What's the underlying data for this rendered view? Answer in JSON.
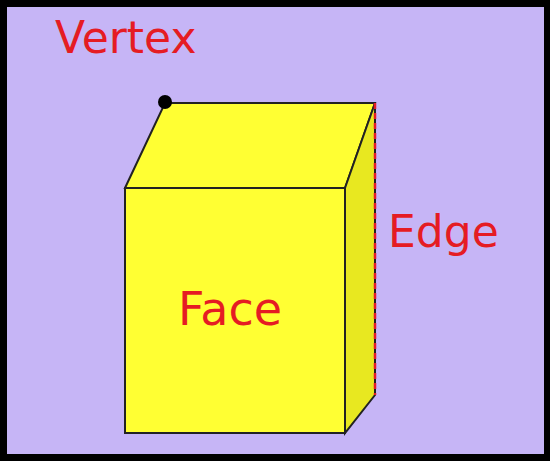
{
  "diagram": {
    "labels": [
      "Vertex",
      "Edge",
      "Face"
    ]
  }
}
